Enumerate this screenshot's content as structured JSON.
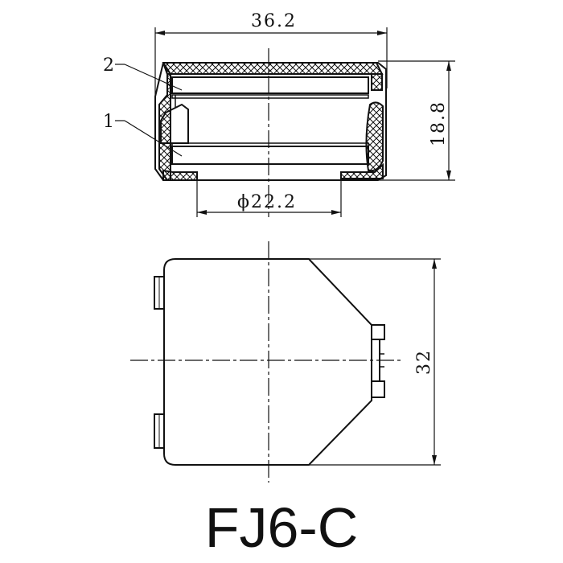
{
  "dimensions": {
    "top_width": "36.2",
    "height": "18.8",
    "inner_diameter": "ϕ22.2",
    "bottom_height": "32"
  },
  "callouts": {
    "part_1": "1",
    "part_2": "2"
  },
  "model_name": "FJ6-C"
}
